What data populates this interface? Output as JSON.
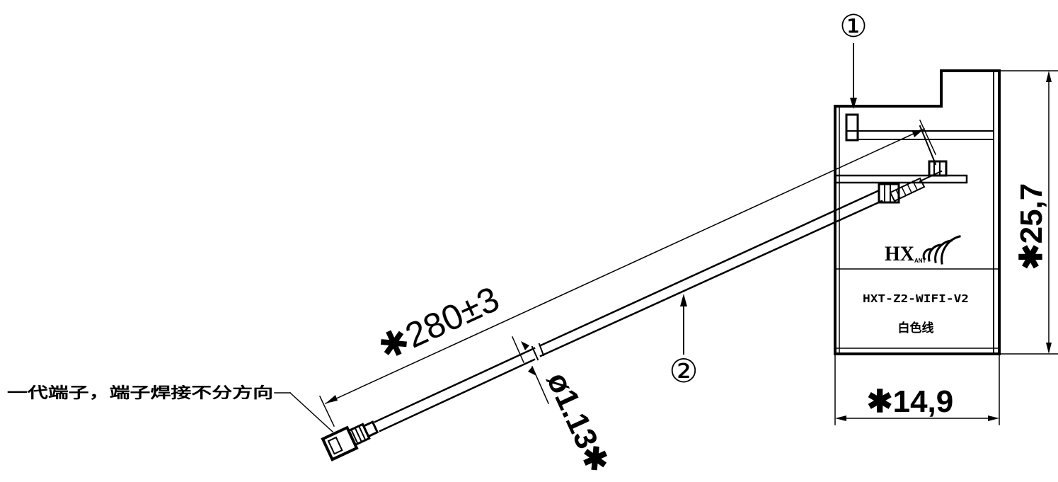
{
  "callouts": {
    "part1": "①",
    "part2": "②"
  },
  "dimensions": {
    "cable_length": "✱280±3",
    "cable_diameter": "ø1.13✱",
    "antenna_height": "✱25,7",
    "antenna_width": "✱14,9"
  },
  "notes": {
    "connector_note": "一代端子，端子焊接不分方向"
  },
  "antenna_label": {
    "brand": "HX",
    "brand_sub": "ANT",
    "model": "HXT-Z2-WIFI-V2",
    "color_note": "白色线"
  }
}
